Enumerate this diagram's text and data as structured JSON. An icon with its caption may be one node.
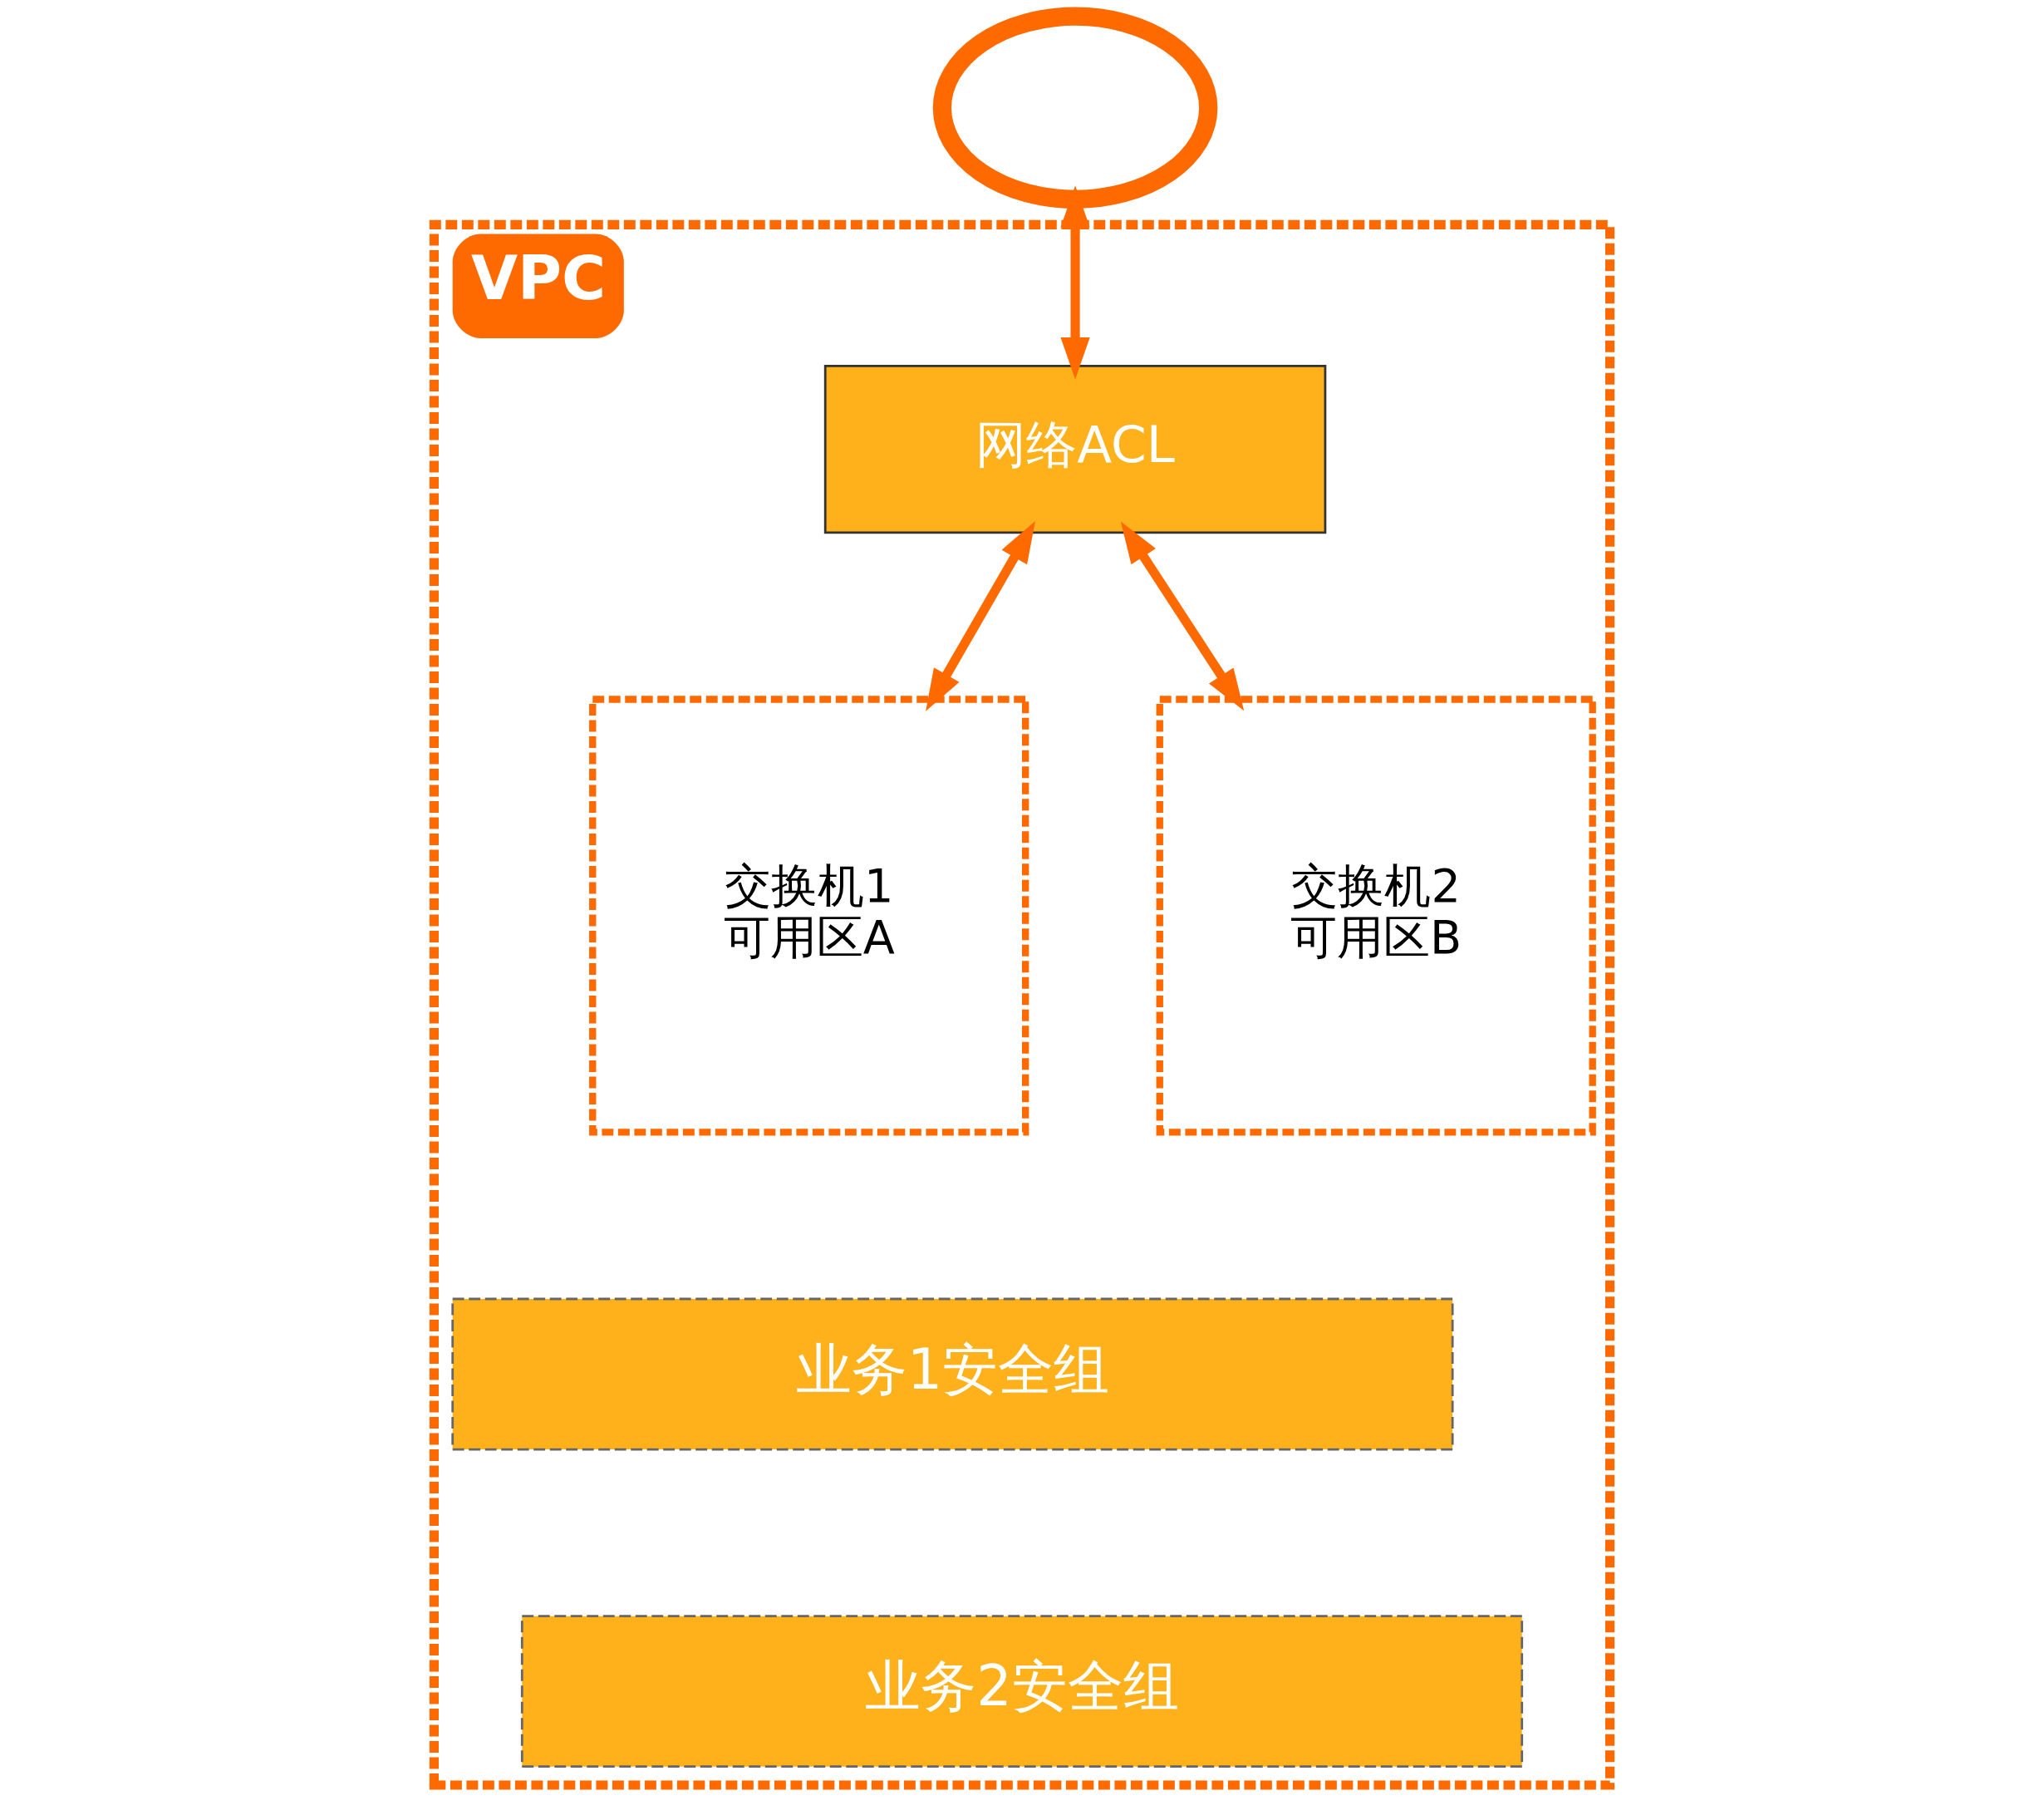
{
  "diagram": {
    "nodes": [
      {
        "text": [
          "VPC"
        ]
      },
      {
        "text": [],
        "shape": "cloud"
      },
      {
        "text": [
          "网络ACL"
        ],
        "in": 0
      },
      {
        "text": [
          "交换机1",
          "可用区A"
        ],
        "in": 0
      },
      {
        "text": [
          "交换机2",
          "可用区B"
        ],
        "in": 0
      },
      {
        "text": [
          "业务1安全组"
        ],
        "in": 0
      },
      {
        "text": [
          "业务2安全组"
        ],
        "in": 0
      }
    ],
    "edges": [
      {
        "from": 1,
        "to": 2,
        "arrow": "both"
      },
      {
        "from": 2,
        "to": 3,
        "arrow": "both"
      },
      {
        "from": 2,
        "to": 4,
        "arrow": "both"
      }
    ]
  }
}
